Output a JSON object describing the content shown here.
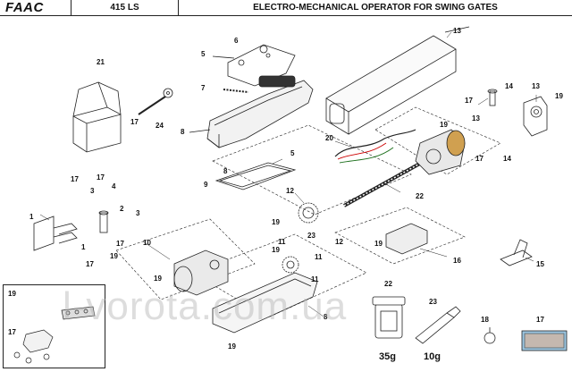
{
  "header": {
    "logo": "FAAC",
    "model": "415 LS",
    "title": "ELECTRO-MECHANICAL OPERATOR FOR SWING GATES"
  },
  "labels": {
    "l13a": "13",
    "l6": "6",
    "l5a": "5",
    "l21": "21",
    "l7": "7",
    "l8a": "8",
    "l17a": "17",
    "l24": "24",
    "l14a": "14",
    "l13b": "13",
    "l19a": "19",
    "l13c": "13",
    "l19b": "19",
    "l20": "20",
    "l5b": "5",
    "l17b": "17",
    "l14b": "14",
    "l8b": "8",
    "l9": "9",
    "l12a": "12",
    "l22a": "22",
    "l17c": "17",
    "l3a": "3",
    "l4": "4",
    "l17d": "17",
    "l2": "2",
    "l3b": "3",
    "l1a": "1",
    "l1b": "1",
    "l17e": "17",
    "l19c": "19",
    "l17f": "17",
    "l19d": "19",
    "l11a": "11",
    "l23a": "23",
    "l12b": "12",
    "l10": "10",
    "l19e": "19",
    "l11b": "11",
    "l19f": "19",
    "l16": "16",
    "l15": "15",
    "l19g": "19",
    "l11c": "11",
    "l8c": "8",
    "l22b": "22",
    "l23b": "23",
    "l18": "18",
    "l17g": "17",
    "l19h": "19",
    "l17h": "17",
    "l19i": "19"
  },
  "consumables": {
    "grease_qty": "35g",
    "tube_qty": "10g"
  },
  "watermark": "l-vorota.com.ua"
}
